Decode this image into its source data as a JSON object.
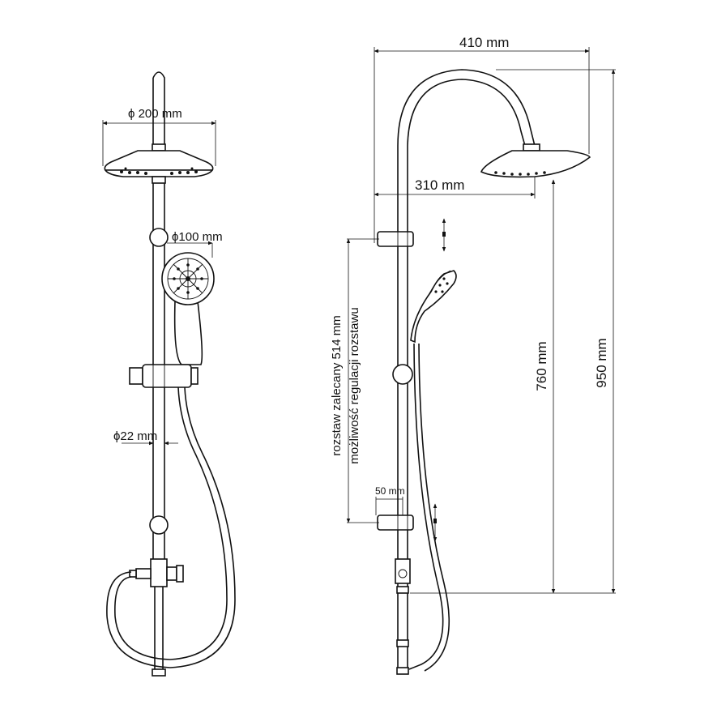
{
  "front_view": {
    "head_diameter": "ϕ 200 mm",
    "hand_diameter": "ϕ100 mm",
    "pipe_diameter": "ϕ22 mm"
  },
  "side_view": {
    "top_width": "410 mm",
    "arm_reach": "310 mm",
    "total_height": "950 mm",
    "head_height": "760 mm",
    "spacing_recommended": "rozstaw zalecany 514 mm",
    "spacing_adjust": "możliwość regulacji rozstawu",
    "offset": "50 mm"
  }
}
